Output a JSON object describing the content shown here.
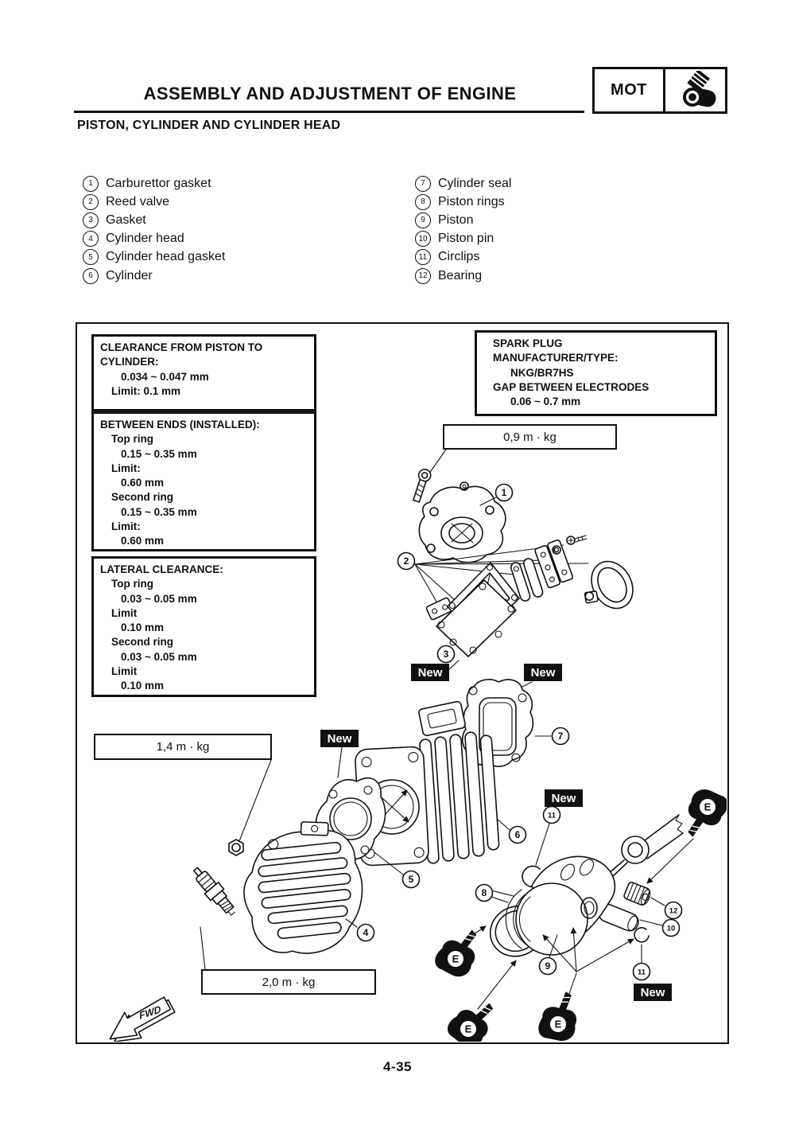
{
  "page": {
    "title": "ASSEMBLY AND ADJUSTMENT OF ENGINE",
    "subtitle": "PISTON, CYLINDER AND CYLINDER HEAD",
    "tag": "MOT",
    "page_number": "4-35"
  },
  "parts": [
    {
      "num": "1",
      "label": "Carburettor gasket"
    },
    {
      "num": "2",
      "label": "Reed valve"
    },
    {
      "num": "3",
      "label": "Gasket"
    },
    {
      "num": "4",
      "label": "Cylinder head"
    },
    {
      "num": "5",
      "label": "Cylinder head gasket"
    },
    {
      "num": "6",
      "label": "Cylinder"
    },
    {
      "num": "7",
      "label": "Cylinder seal"
    },
    {
      "num": "8",
      "label": "Piston rings"
    },
    {
      "num": "9",
      "label": "Piston"
    },
    {
      "num": "10",
      "label": "Piston pin"
    },
    {
      "num": "11",
      "label": "Circlips"
    },
    {
      "num": "12",
      "label": "Bearing"
    }
  ],
  "spec_boxes": {
    "clearance": {
      "title": "CLEARANCE FROM PISTON TO CYLINDER:",
      "lines": [
        "0.034 ~ 0.047 mm",
        "Limit: 0.1 mm"
      ]
    },
    "between_ends": {
      "title": "BETWEEN ENDS (INSTALLED):",
      "lines": [
        "Top ring",
        "0.15 ~ 0.35 mm",
        "Limit:",
        "0.60 mm",
        "Second ring",
        "0.15 ~ 0.35 mm",
        "Limit:",
        "0.60 mm"
      ]
    },
    "lateral": {
      "title": "LATERAL CLEARANCE:",
      "lines": [
        "Top ring",
        "0.03 ~ 0.05 mm",
        "Limit",
        "0.10 mm",
        "Second ring",
        "0.03 ~ 0.05 mm",
        "Limit",
        "0.10 mm"
      ]
    },
    "spark_plug": {
      "lines": [
        "SPARK PLUG",
        "MANUFACTURER/TYPE:",
        "NKG/BR7HS",
        "GAP BETWEEN ELECTRODES",
        "0.06 ~ 0.7 mm"
      ]
    }
  },
  "torque_labels": [
    "0,9 m · kg",
    "1,4 m · kg",
    "2,0 m · kg"
  ],
  "diagram": {
    "callouts": [
      "1",
      "2",
      "3",
      "7",
      "6",
      "5",
      "4",
      "11",
      "8",
      "9",
      "12",
      "10",
      "11"
    ],
    "new_label": "New",
    "e_label": "E",
    "fwd_label": "FWD"
  }
}
